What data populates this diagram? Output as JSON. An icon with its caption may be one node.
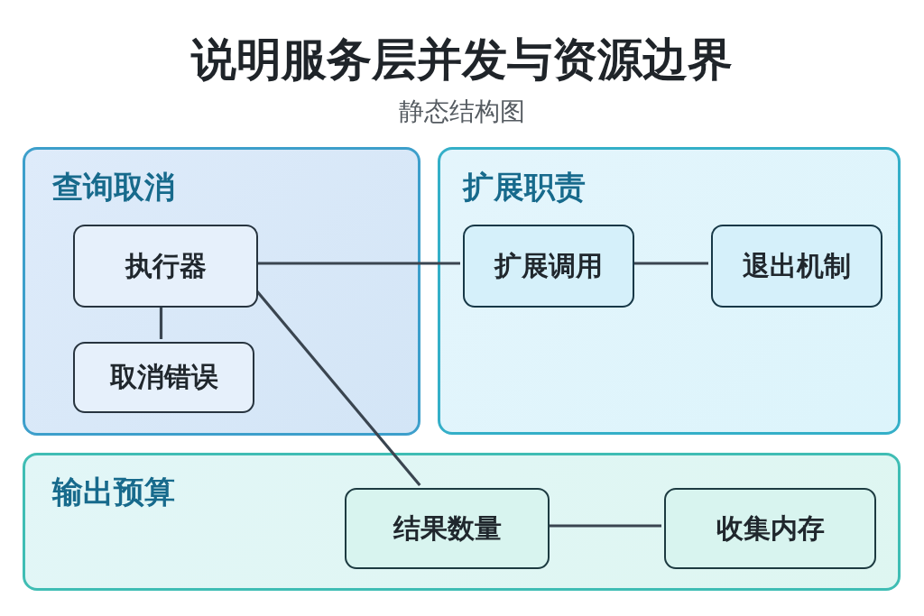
{
  "diagram": {
    "title": "说明服务层并发与资源边界",
    "nodes": [
      {
        "text": [
          "查询取消"
        ]
      },
      {
        "text": [
          "执行器"
        ],
        "in": 0
      },
      {
        "text": [
          "取消错误"
        ],
        "in": 0
      },
      {
        "text": [
          "扩展职责"
        ]
      },
      {
        "text": [
          "扩展调用"
        ],
        "in": 3
      },
      {
        "text": [
          "退出机制"
        ],
        "in": 3
      },
      {
        "text": [
          "输出预算"
        ]
      },
      {
        "text": [
          "结果数量"
        ],
        "in": 6
      },
      {
        "text": [
          "收集内存"
        ],
        "in": 6
      }
    ],
    "edges": [
      {
        "from": 1,
        "to": 2,
        "arrow": "none"
      },
      {
        "from": 1,
        "to": 4,
        "arrow": "none"
      },
      {
        "from": 1,
        "to": 7,
        "arrow": "none"
      },
      {
        "from": 4,
        "to": 5,
        "arrow": "none"
      },
      {
        "from": 7,
        "to": 8,
        "arrow": "none"
      }
    ],
    "labels": [
      "静态结构图"
    ]
  }
}
